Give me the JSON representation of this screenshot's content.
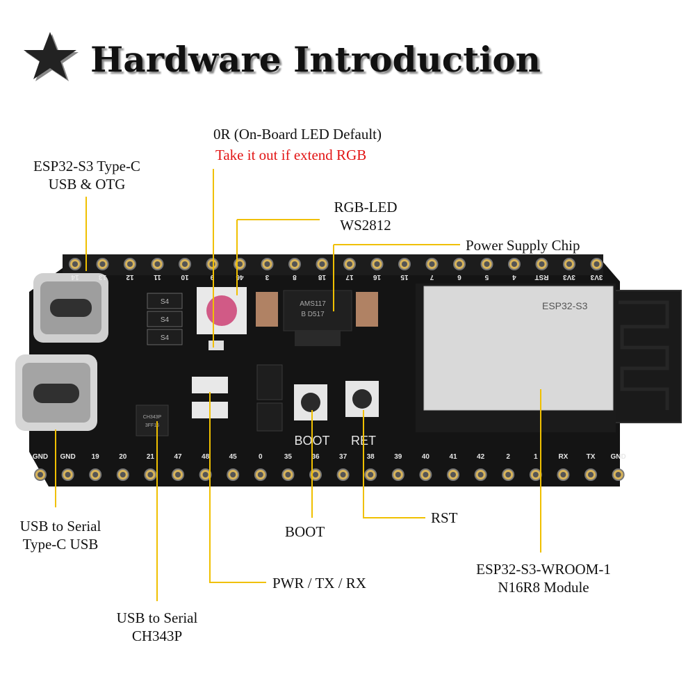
{
  "header": {
    "title": "Hardware Introduction",
    "icon": "star-icon"
  },
  "labels": {
    "usb_otg": [
      "ESP32-S3 Type-C",
      "USB & OTG"
    ],
    "zero_r": "0R (On-Board LED Default)",
    "zero_r_note": "Take it out if extend RGB",
    "rgb_led": [
      "RGB-LED",
      "WS2812"
    ],
    "power_chip": "Power Supply Chip",
    "usb_serial": [
      "USB to Serial",
      "Type-C USB"
    ],
    "boot": "BOOT",
    "rst": "RST",
    "module": [
      "ESP32-S3-WROOM-1",
      "N16R8 Module"
    ],
    "pwr_led": "PWR / TX / RX",
    "ch343": [
      "USB to Serial",
      "CH343P"
    ]
  },
  "board": {
    "top_pins": [
      "14",
      "13",
      "12",
      "11",
      "10",
      "9",
      "46",
      "3",
      "8",
      "18",
      "17",
      "16",
      "15",
      "7",
      "6",
      "5",
      "4",
      "RST",
      "3V3",
      "3V3"
    ],
    "bottom_pins": [
      "GND",
      "GND",
      "19",
      "20",
      "21",
      "47",
      "48",
      "45",
      "0",
      "35",
      "36",
      "37",
      "38",
      "39",
      "40",
      "41",
      "42",
      "2",
      "1",
      "RX",
      "TX",
      "GND"
    ],
    "button_labels": [
      "BOOT",
      "RET"
    ],
    "regulator_marking": [
      "AMS117",
      "B D517"
    ],
    "ch343_marking": [
      "CH343P",
      "3FF16"
    ],
    "module_marking": "ESP32-S3",
    "resistor_marking": "S4",
    "colors": {
      "pcb": "#111111",
      "silkscreen": "#e8e8e8",
      "pad": "#d8b45a",
      "leader": "#f0c000",
      "note": "#e21414"
    }
  }
}
